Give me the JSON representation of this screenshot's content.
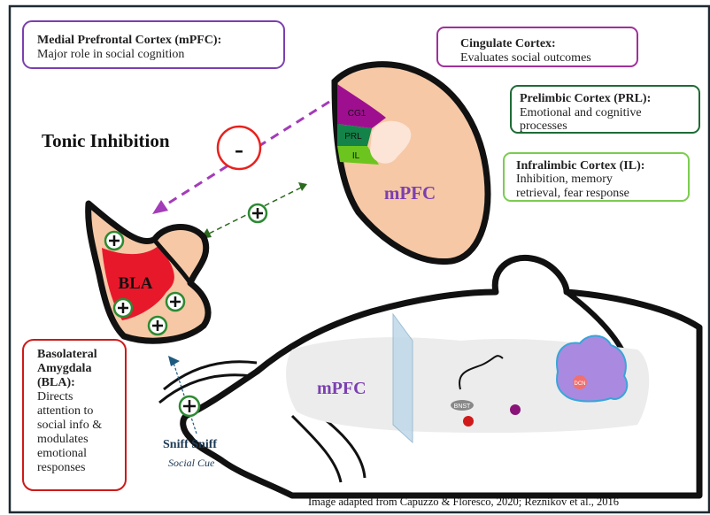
{
  "boxes": {
    "mpfc": {
      "title": "Medial Prefrontal Cortex (mPFC):",
      "body": "Major role in social cognition",
      "color": "#7b3fb0"
    },
    "cingulate": {
      "title": "Cingulate Cortex:",
      "body": "Evaluates social outcomes",
      "color": "#a0309a"
    },
    "prelimbic": {
      "title": "Prelimbic Cortex (PRL):",
      "body": [
        "Emotional and cognitive",
        "processes"
      ],
      "color": "#1e6b35"
    },
    "infralimbic": {
      "title": "Infralimbic Cortex (IL):",
      "body": [
        "Inhibition, memory",
        "retrieval, fear response"
      ],
      "color": "#7ccc50"
    },
    "bla": {
      "title": [
        "Basolateral",
        "Amygdala",
        "(BLA):"
      ],
      "body": [
        "Directs",
        "attention to",
        "social info &",
        "modulates",
        "emotional",
        "responses"
      ],
      "color": "#cc1a1a"
    }
  },
  "tonic_inhibition": "Tonic Inhibition",
  "minus_sign": "-",
  "mpfc_section": {
    "label": "mPFC",
    "regions": [
      "CG1",
      "PRL",
      "IL"
    ],
    "colors": {
      "cg1": "#9e0f8f",
      "prl": "#13834a",
      "il": "#6cc51e",
      "tissue": "#f6c8a6"
    }
  },
  "bla_label": "BLA",
  "mouse": {
    "mpfc_label": "mPFC",
    "nuclei": [
      "BNST",
      "DCN"
    ]
  },
  "sniff": "Sniff Sniff",
  "social_cue": "Social Cue",
  "caption": "Image adapted from Capuzzo & Floresco, 2020; Reznikov et al., 2016"
}
